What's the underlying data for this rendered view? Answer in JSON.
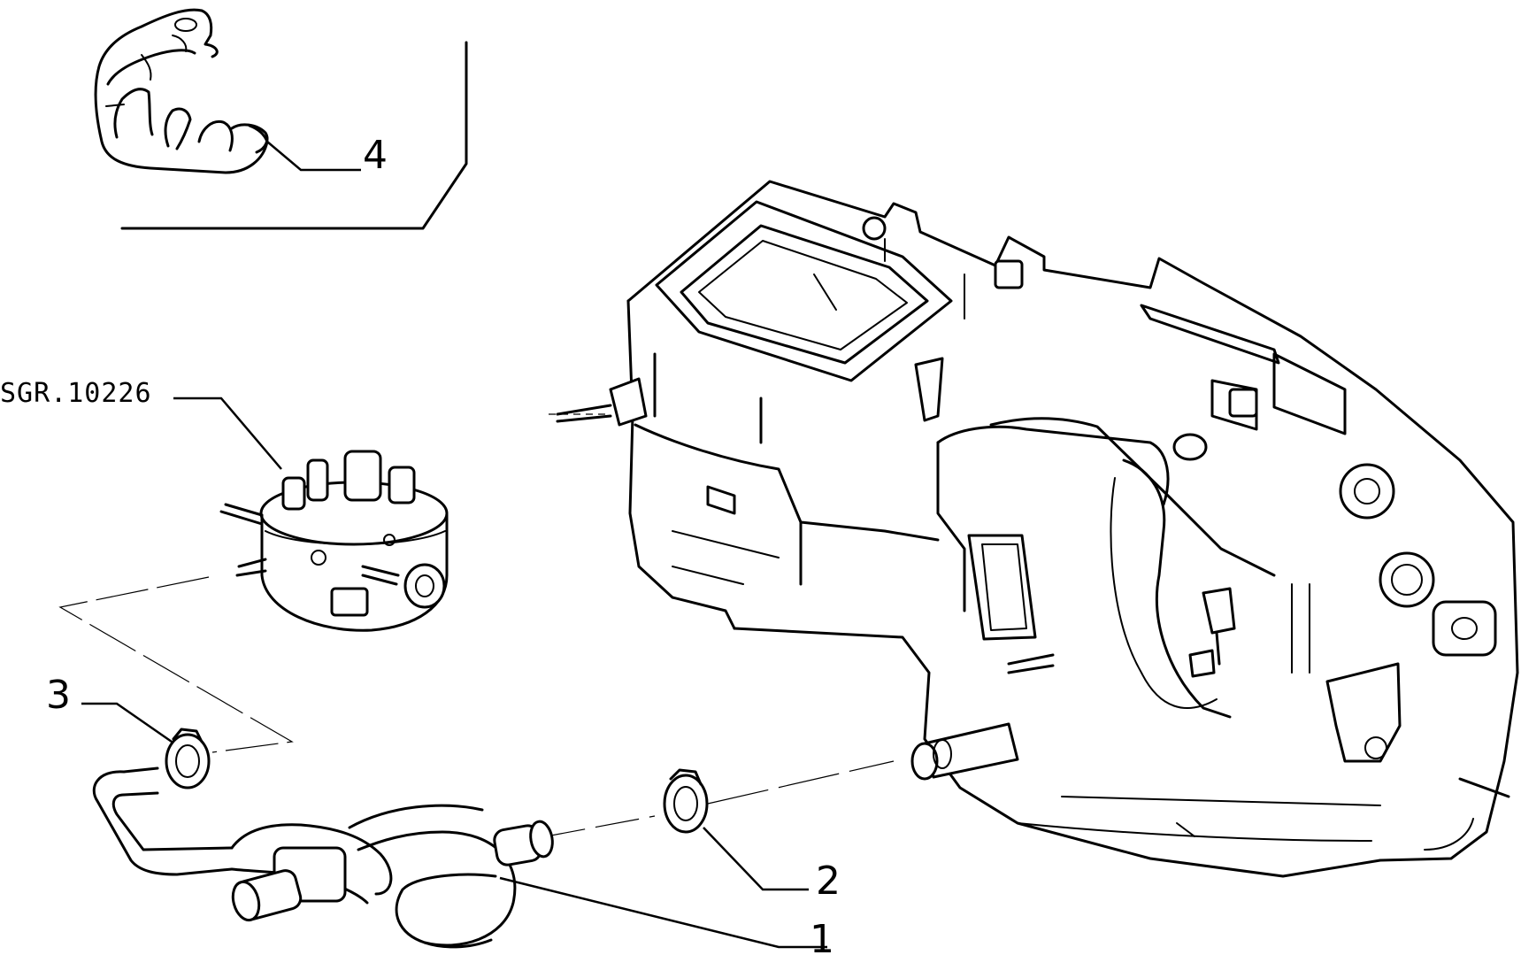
{
  "reference": {
    "text": "SGR.10226"
  },
  "callouts": [
    {
      "id": "part-4",
      "label": "4"
    },
    {
      "id": "part-3",
      "label": "3"
    },
    {
      "id": "part-2",
      "label": "2"
    },
    {
      "id": "part-1",
      "label": "1"
    }
  ]
}
